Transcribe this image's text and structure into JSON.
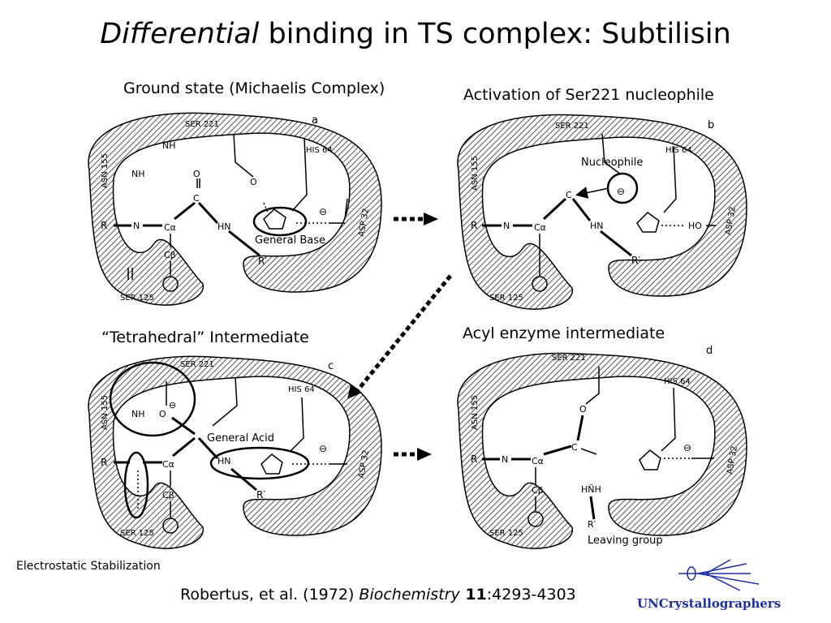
{
  "title": {
    "italic": "Differential",
    "rest": " binding in TS complex:  Subtilisin"
  },
  "panels": {
    "a": {
      "heading": "Ground state (Michaelis Complex)",
      "letter": "a",
      "annotation": "General Base"
    },
    "b": {
      "heading": "Activation of Ser221 nucleophile",
      "letter": "b",
      "annotation": "Nucleophile"
    },
    "c": {
      "heading": "“Tetrahedral” Intermediate",
      "letter": "c",
      "annotation": "General Acid"
    },
    "d": {
      "heading": "Acyl enzyme intermediate",
      "letter": "d",
      "annotation": "Leaving group"
    }
  },
  "residues": {
    "ser221": "SER 221",
    "his64": "HIS 64",
    "asn155": "ASN 155",
    "asp32": "ASP 32",
    "ser125": "SER 125"
  },
  "atoms": {
    "nh": "NH",
    "n": "N",
    "h": "H",
    "o": "O",
    "c": "C",
    "r": "R",
    "rprime": "R′",
    "ca": "Cα",
    "cb": "Cβ",
    "hn": "HN",
    "minus": "⊖",
    "nn": "N",
    "ho": "HO",
    "hnh": "HN̈H"
  },
  "electrostatic": "Electrostatic Stabilization",
  "citation": {
    "authors": "Robertus, et al. (1972) ",
    "journal": "Biochemistry",
    "volume": " 11",
    "pages": ":4293-4303"
  },
  "logo": {
    "text": "UNCrystallographers",
    "color": "#1e2fa0"
  },
  "colors": {
    "hatch": "#555555",
    "ink": "#000000"
  }
}
